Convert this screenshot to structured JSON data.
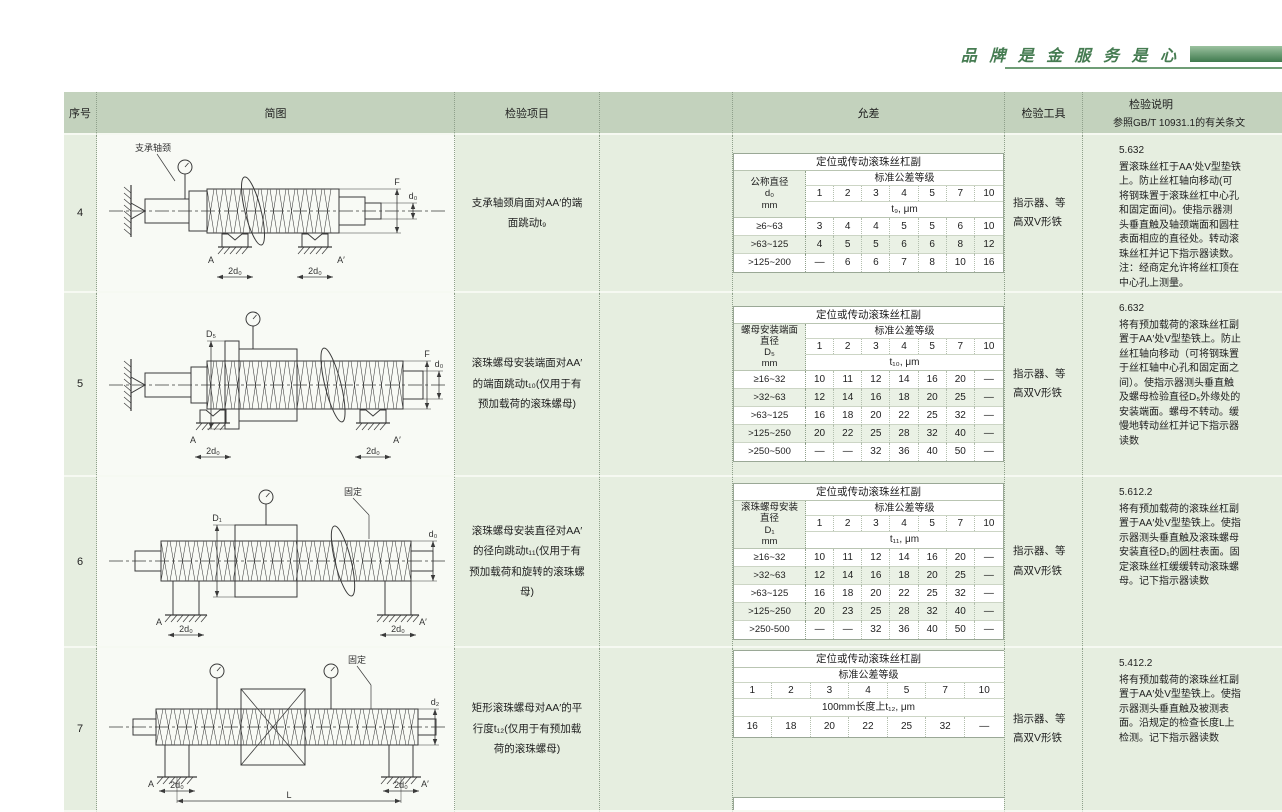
{
  "slogan": "品 牌 是 金 服 务 是 心",
  "table": {
    "headers": {
      "no": "序号",
      "diagram": "简图",
      "item": "检验项目",
      "tolerance": "允差",
      "tool": "检验工具",
      "note_title": "检验说明",
      "note_sub": "参照GB/T 10931.1的有关条文"
    },
    "rows": [
      {
        "no": "4",
        "item": "支承轴颈肩面对AA′的端面跳动t₉",
        "tool": "指示器、等高双V形铁",
        "note": {
          "code": "5.632",
          "text": "置滚珠丝杠于AA′处V型垫铁上。防止丝杠轴向移动(可将钢珠置于滚珠丝杠中心孔和固定面间)。使指示器测头垂直触及轴颈端面和圆柱表面相应的直径处。转动滚珠丝杠并记下指示器读数。",
          "extra": "注：经商定允许将丝杠顶在中心孔上测量。"
        },
        "diagram": {
          "type": "d4",
          "labels": {
            "callout": "支承轴颈",
            "a": "A",
            "a2": "A′",
            "dim1": "2d₀",
            "dim2": "2d₀",
            "f": "F",
            "d": "d₀"
          }
        },
        "tol": {
          "title": "定位或传动滚珠丝杠副",
          "param": [
            "公称直径",
            "d₀",
            "mm"
          ],
          "grade_label": "标准公差等级",
          "grades": [
            "1",
            "2",
            "3",
            "4",
            "5",
            "7",
            "10"
          ],
          "unit": "t₉, μm",
          "data": [
            {
              "range": "≥6~63",
              "values": [
                "3",
                "4",
                "4",
                "5",
                "5",
                "6",
                "10"
              ]
            },
            {
              "range": ">63~125",
              "values": [
                "4",
                "5",
                "5",
                "6",
                "6",
                "8",
                "12"
              ]
            },
            {
              "range": ">125~200",
              "values": [
                "—",
                "6",
                "6",
                "7",
                "8",
                "10",
                "16"
              ]
            }
          ]
        }
      },
      {
        "no": "5",
        "item": "滚珠螺母安装端面对AA′的端面跳动t₁₀(仅用于有预加载荷的滚珠螺母)",
        "tool": "指示器、等高双V形铁",
        "note": {
          "code": "6.632",
          "text": "将有预加载荷的滚珠丝杠副置于AA′处V型垫铁上。防止丝杠轴向移动（可将钢珠置于丝杠轴中心孔和固定面之间）。使指示器测头垂直触及螺母检验直径D₅外缘处的安装端面。螺母不转动。缓慢地转动丝杠并记下指示器读数"
        },
        "diagram": {
          "type": "d5",
          "labels": {
            "a": "A",
            "a2": "A′",
            "dim1": "2d₀",
            "dim2": "2d₀",
            "dleft": "D₅",
            "f": "F",
            "d": "d₀"
          }
        },
        "tol": {
          "title": "定位或传动滚珠丝杠副",
          "param": [
            "螺母安装端面",
            "直径",
            "D₅",
            "mm"
          ],
          "grade_label": "标准公差等级",
          "grades": [
            "1",
            "2",
            "3",
            "4",
            "5",
            "7",
            "10"
          ],
          "unit": "t₁₀, μm",
          "data": [
            {
              "range": "≥16~32",
              "values": [
                "10",
                "11",
                "12",
                "14",
                "16",
                "20",
                "—"
              ]
            },
            {
              "range": ">32~63",
              "values": [
                "12",
                "14",
                "16",
                "18",
                "20",
                "25",
                "—"
              ]
            },
            {
              "range": ">63~125",
              "values": [
                "16",
                "18",
                "20",
                "22",
                "25",
                "32",
                "—"
              ]
            },
            {
              "range": ">125~250",
              "values": [
                "20",
                "22",
                "25",
                "28",
                "32",
                "40",
                "—"
              ]
            },
            {
              "range": ">250~500",
              "values": [
                "—",
                "—",
                "32",
                "36",
                "40",
                "50",
                "—"
              ]
            }
          ]
        }
      },
      {
        "no": "6",
        "item": "滚珠螺母安装直径对AA′的径向跳动t₁₁(仅用于有预加载荷和旋转的滚珠螺母)",
        "tool": "指示器、等高双V形铁",
        "note": {
          "code": "5.612.2",
          "text": "将有预加载荷的滚珠丝杠副置于AA′处V型垫铁上。使指示器测头垂直触及滚珠螺母安装直径D₁的圆柱表面。固定滚珠丝杠缓缓转动滚珠螺母。记下指示器读数"
        },
        "diagram": {
          "type": "d6",
          "labels": {
            "callout": "固定",
            "a": "A",
            "a2": "A′",
            "dim1": "2d₀",
            "dim2": "2d₀",
            "dleft": "D₁",
            "d": "d₀"
          }
        },
        "tol": {
          "title": "定位或传动滚珠丝杠副",
          "param": [
            "滚珠螺母安装",
            "直径",
            "D₁",
            "mm"
          ],
          "grade_label": "标准公差等级",
          "grades": [
            "1",
            "2",
            "3",
            "4",
            "5",
            "7",
            "10"
          ],
          "unit": "t₁₁, μm",
          "data": [
            {
              "range": "≥16~32",
              "values": [
                "10",
                "11",
                "12",
                "14",
                "16",
                "20",
                "—"
              ]
            },
            {
              "range": ">32~63",
              "values": [
                "12",
                "14",
                "16",
                "18",
                "20",
                "25",
                "—"
              ]
            },
            {
              "range": ">63~125",
              "values": [
                "16",
                "18",
                "20",
                "22",
                "25",
                "32",
                "—"
              ]
            },
            {
              "range": ">125~250",
              "values": [
                "20",
                "23",
                "25",
                "28",
                "32",
                "40",
                "—"
              ]
            },
            {
              "range": ">250-500",
              "values": [
                "—",
                "—",
                "32",
                "36",
                "40",
                "50",
                "—"
              ]
            }
          ]
        }
      },
      {
        "no": "7",
        "item": "矩形滚珠螺母对AA′的平行度t₁₂(仅用于有预加载荷的滚珠螺母)",
        "tool": "指示器、等高双V形铁",
        "note": {
          "code": "5.412.2",
          "text": "将有预加载荷的滚珠丝杠副置于AA′处V型垫铁上。使指示器测头垂直触及被测表面。沿规定的检查长度L上检测。记下指示器读数"
        },
        "diagram": {
          "type": "d7",
          "labels": {
            "callout": "固定",
            "a": "A",
            "a2": "A′",
            "dim1": "2d₀",
            "dim2": "2d₀",
            "l": "L",
            "d": "d₂"
          }
        },
        "tol": {
          "title": "定位或传动滚珠丝杠副",
          "full": true,
          "grade_label": "标准公差等级",
          "grades": [
            "1",
            "2",
            "3",
            "4",
            "5",
            "7",
            "10"
          ],
          "unit": "100mm长度上t₁₂, μm",
          "values": [
            "16",
            "18",
            "20",
            "22",
            "25",
            "32",
            "—"
          ]
        }
      }
    ]
  }
}
